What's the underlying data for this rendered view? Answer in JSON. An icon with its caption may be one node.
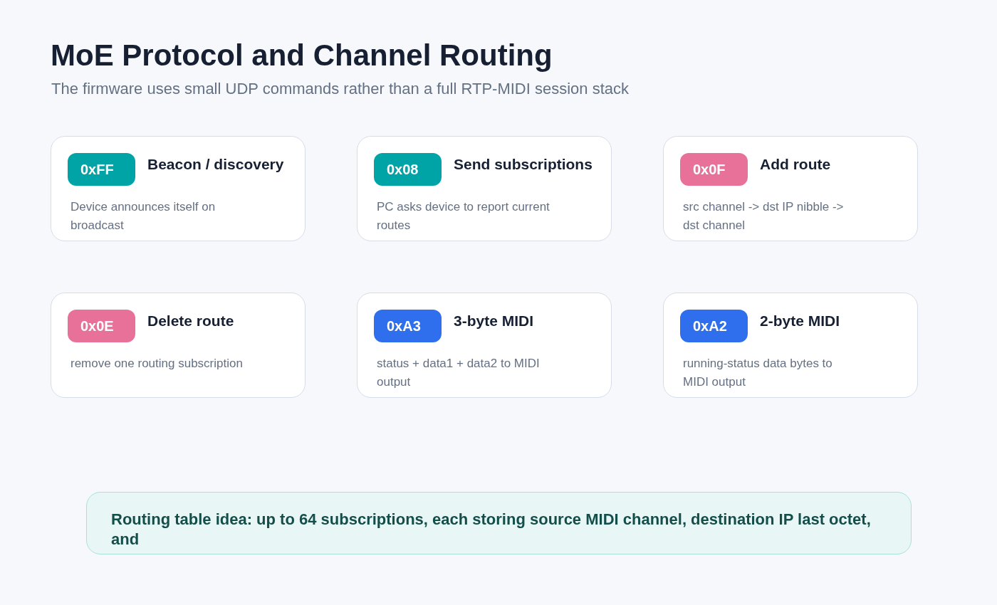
{
  "diagram": {
    "title": "MoE Protocol and Channel Routing",
    "nodes": [
      {
        "text": [
          "Beacon / discovery",
          "Device announces itself on broadcast"
        ]
      },
      {
        "text": [
          "0xFF"
        ],
        "in": 0
      },
      {
        "text": [
          "Send subscriptions",
          "PC asks device to report current routes"
        ]
      },
      {
        "text": [
          "0x08"
        ],
        "in": 2
      },
      {
        "text": [
          "Add route",
          "src channel -> dst IP nibble -> dst channel"
        ]
      },
      {
        "text": [
          "0x0F"
        ],
        "in": 4
      },
      {
        "text": [
          "Delete route",
          "remove one routing subscription"
        ]
      },
      {
        "text": [
          "0x0E"
        ],
        "in": 6
      },
      {
        "text": [
          "3-byte MIDI",
          "status + data1 + data2 to MIDI output"
        ]
      },
      {
        "text": [
          "0xA3"
        ],
        "in": 8
      },
      {
        "text": [
          "2-byte MIDI",
          "running-status data bytes to MIDI output"
        ]
      },
      {
        "text": [
          "0xA2"
        ],
        "in": 10
      },
      {
        "text": [
          "Routing table idea: up to 64 subscriptions, each storing source MIDI channel, destination IP last octet, and"
        ]
      }
    ],
    "labels": [
      "The firmware uses small UDP commands rather than a full RTP-MIDI session stack"
    ]
  }
}
